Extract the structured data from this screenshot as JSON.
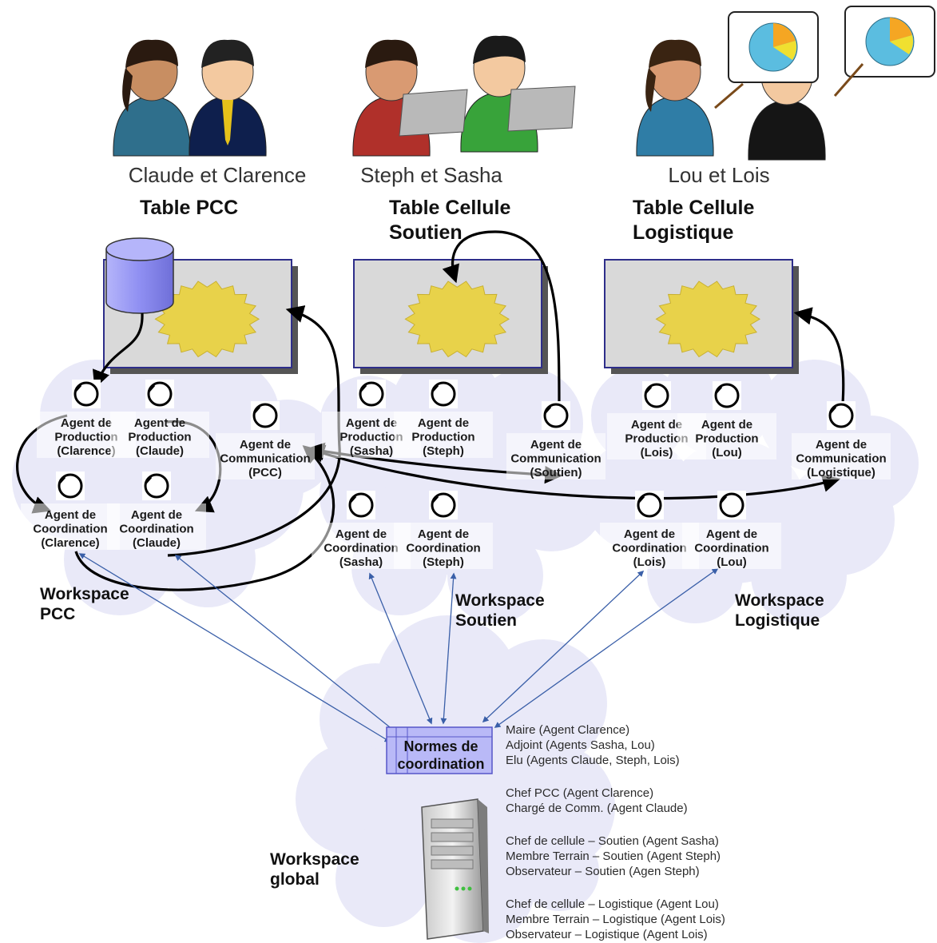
{
  "colors": {
    "cloud": "#e9e9f8",
    "table_fill": "#d9d9d9",
    "table_border": "#2e2e8a",
    "star": "#e8d24a",
    "db": "#8f8ff2",
    "black_arrow": "#000000",
    "blue_arrow": "#3a5fa8",
    "norms_fill": "#b9b9f7"
  },
  "groups": [
    {
      "people_label": "Claude et Clarence",
      "table_title": [
        "Table PCC"
      ],
      "workspace": [
        "Workspace",
        "PCC"
      ]
    },
    {
      "people_label": "Steph et Sasha",
      "table_title": [
        "Table Cellule",
        "Soutien"
      ],
      "workspace": [
        "Workspace",
        "Soutien"
      ]
    },
    {
      "people_label": "Lou et Lois",
      "table_title": [
        "Table Cellule",
        "Logistique"
      ],
      "workspace": [
        "Workspace",
        "Logistique"
      ]
    }
  ],
  "agents": [
    {
      "id": "prod-clarence",
      "lines": [
        "Agent de",
        "Production",
        "(Clarence)"
      ]
    },
    {
      "id": "prod-claude",
      "lines": [
        "Agent de",
        "Production",
        "(Claude)"
      ]
    },
    {
      "id": "comm-pcc",
      "lines": [
        "Agent de",
        "Communication",
        "(PCC)"
      ]
    },
    {
      "id": "coord-clarence",
      "lines": [
        "Agent de",
        "Coordination",
        "(Clarence)"
      ]
    },
    {
      "id": "coord-claude",
      "lines": [
        "Agent de",
        "Coordination",
        "(Claude)"
      ]
    },
    {
      "id": "prod-sasha",
      "lines": [
        "Agent de",
        "Production",
        "(Sasha)"
      ]
    },
    {
      "id": "prod-steph",
      "lines": [
        "Agent de",
        "Production",
        "(Steph)"
      ]
    },
    {
      "id": "comm-soutien",
      "lines": [
        "Agent de",
        "Communication",
        "(Soutien)"
      ]
    },
    {
      "id": "coord-sasha",
      "lines": [
        "Agent de",
        "Coordination",
        "(Sasha)"
      ]
    },
    {
      "id": "coord-steph",
      "lines": [
        "Agent de",
        "Coordination",
        "(Steph)"
      ]
    },
    {
      "id": "prod-lois",
      "lines": [
        "Agent de",
        "Production",
        "(Lois)"
      ]
    },
    {
      "id": "prod-lou",
      "lines": [
        "Agent de",
        "Production",
        "(Lou)"
      ]
    },
    {
      "id": "comm-logistique",
      "lines": [
        "Agent de",
        "Communication",
        "(Logistique)"
      ]
    },
    {
      "id": "coord-lois",
      "lines": [
        "Agent de",
        "Coordination",
        "(Lois)"
      ]
    },
    {
      "id": "coord-lou",
      "lines": [
        "Agent de",
        "Coordination",
        "(Lou)"
      ]
    }
  ],
  "global": {
    "norms_lines": [
      "Normes de",
      "coordination"
    ],
    "workspace": [
      "Workspace",
      "global"
    ],
    "roles": [
      [
        "Maire (Agent Clarence)",
        "Adjoint (Agents Sasha, Lou)",
        "Elu (Agents Claude, Steph, Lois)"
      ],
      [
        "Chef PCC (Agent Clarence)",
        "Chargé de Comm. (Agent Claude)"
      ],
      [
        "Chef de cellule – Soutien (Agent Sasha)",
        "Membre Terrain – Soutien (Agent Steph)",
        "Observateur – Soutien (Agen Steph)"
      ],
      [
        "Chef de cellule – Logistique (Agent Lou)",
        "Membre Terrain – Logistique (Agent Lois)",
        "Observateur – Logistique (Agent Lois)"
      ]
    ]
  }
}
